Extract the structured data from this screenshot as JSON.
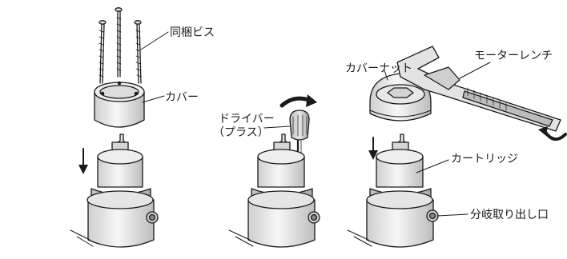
{
  "labels": {
    "screws": "同梱ビス",
    "cover": "カバー",
    "driver_line1": "ドライバー",
    "driver_line2": "（プラス）",
    "cover_nut": "カバーナット",
    "wrench": "モーターレンチ",
    "cartridge": "カートリッジ",
    "branch_outlet": "分岐取り出し口"
  },
  "colors": {
    "line": "#1a1a1a",
    "shade_light": "#f2f2f2",
    "shade_mid": "#d9d9d9",
    "shade_dark": "#b3b3b3"
  }
}
